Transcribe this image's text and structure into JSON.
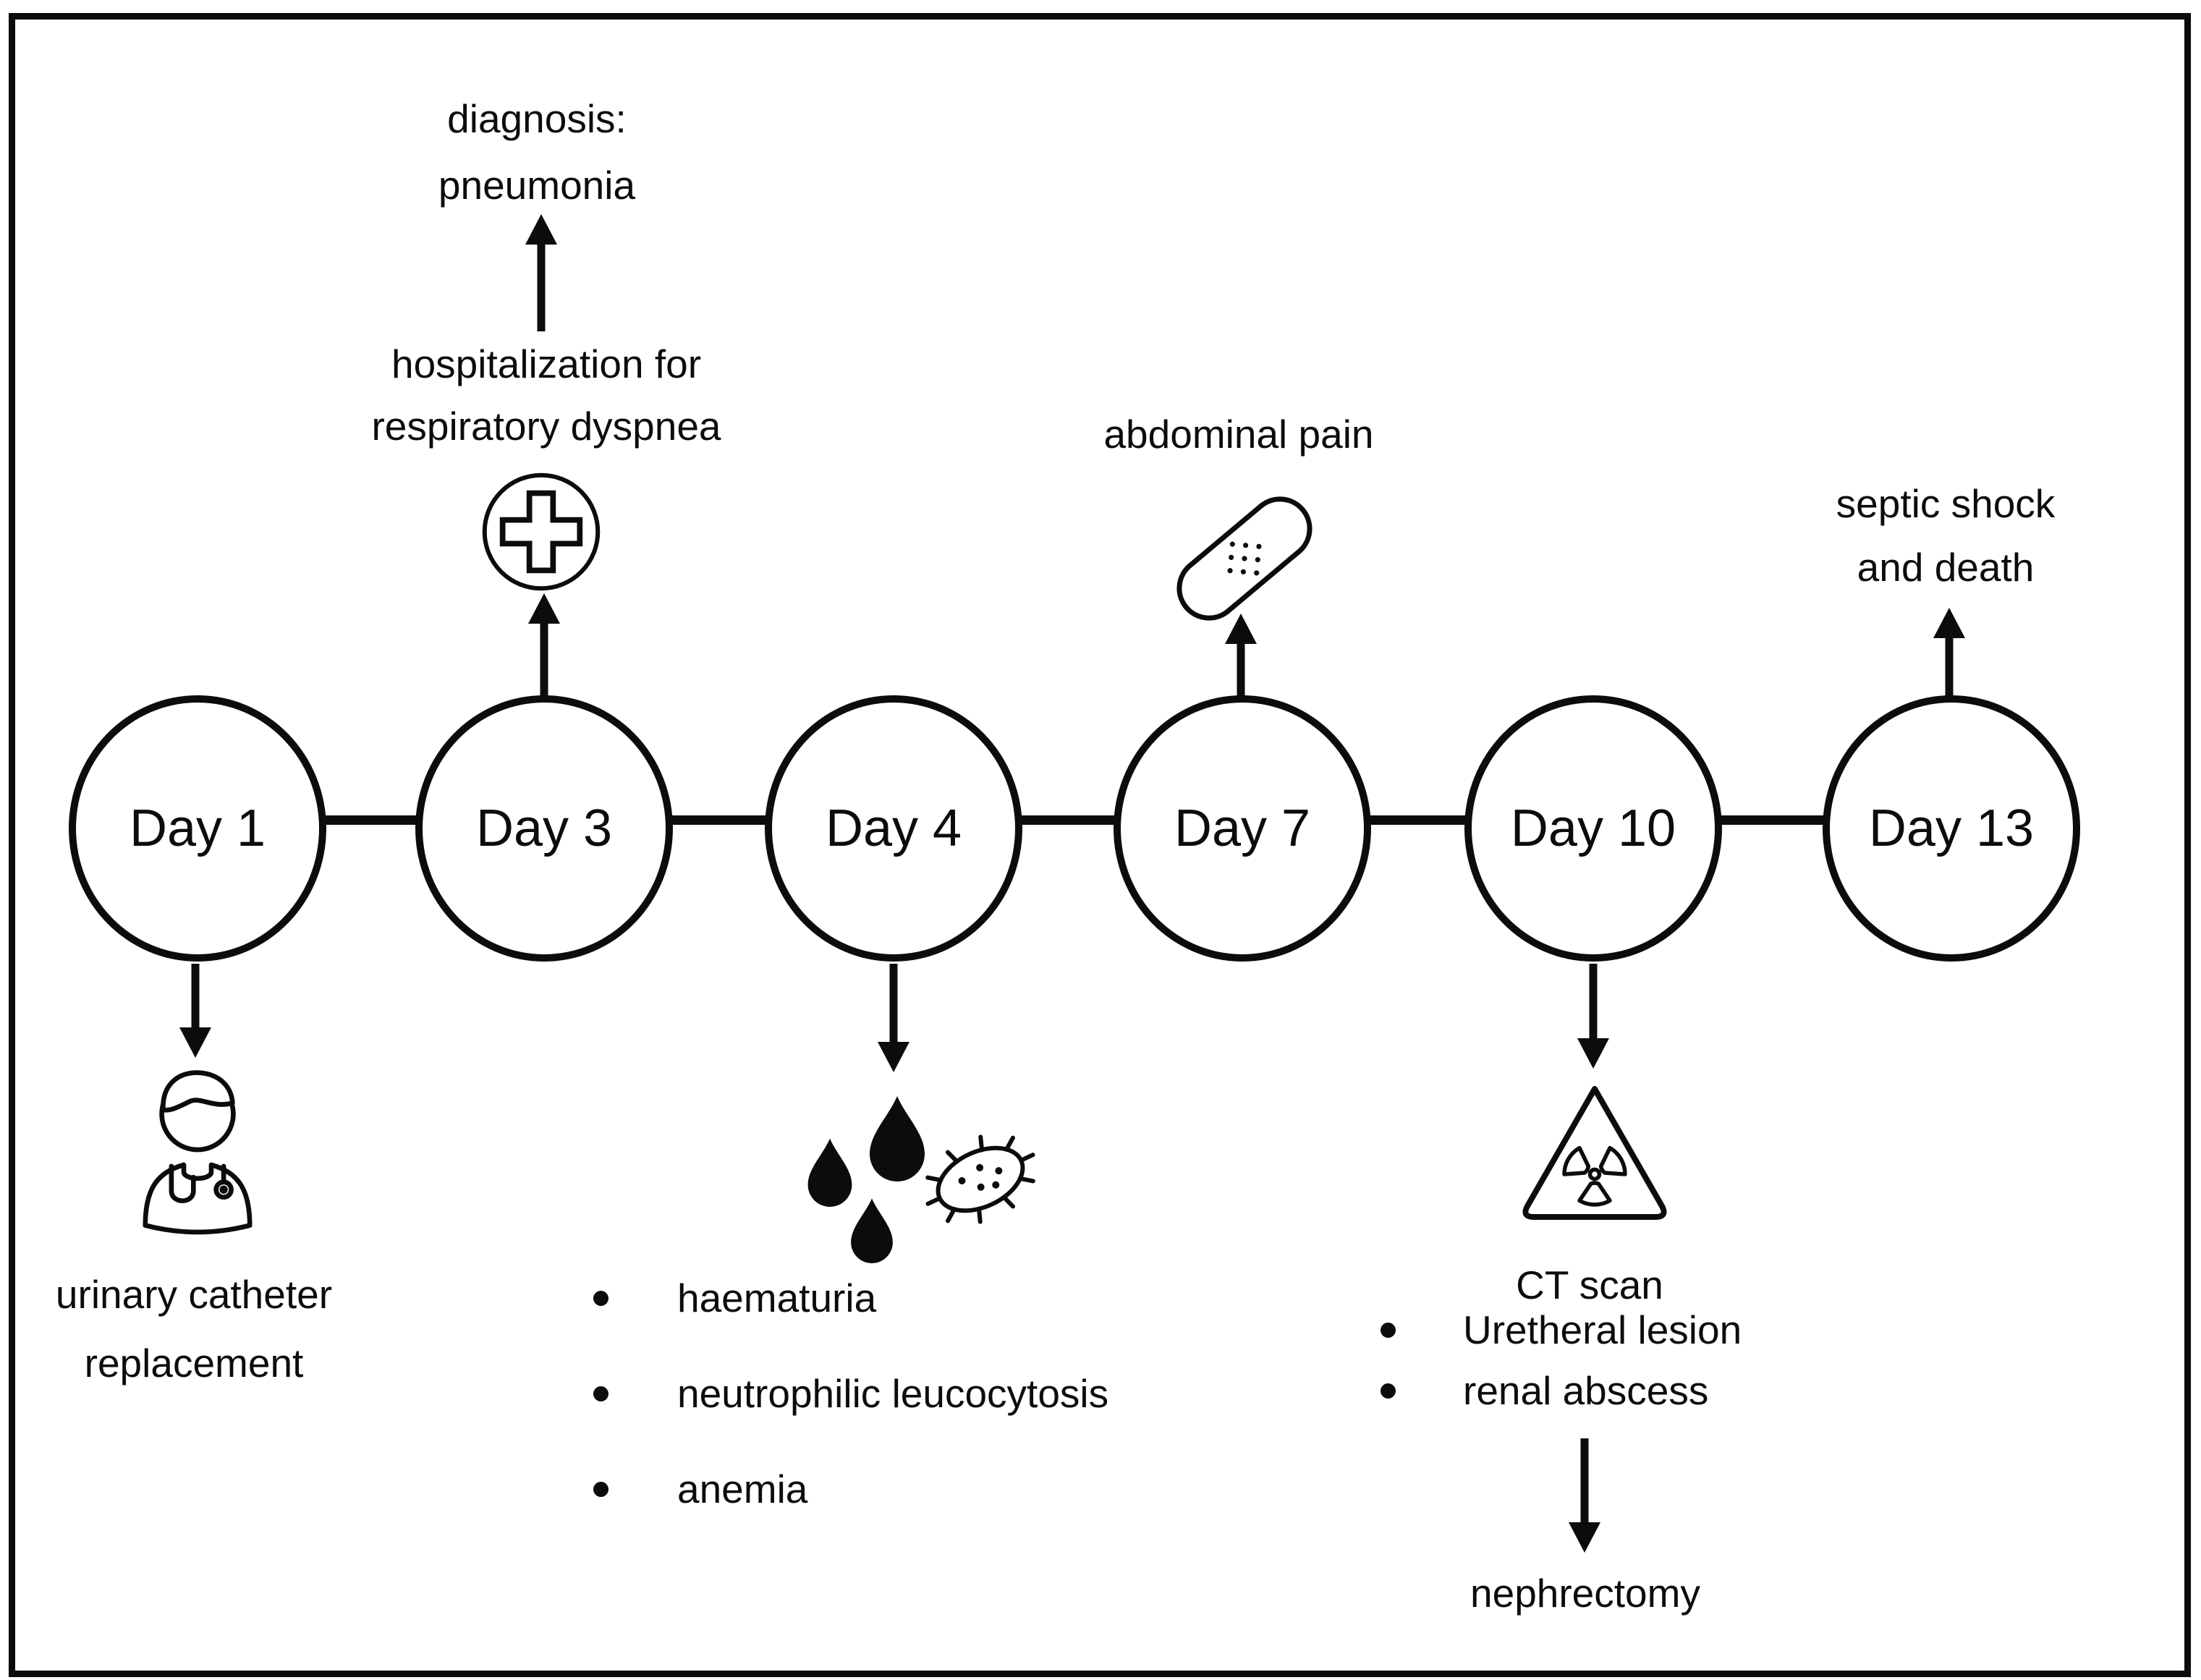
{
  "colors": {
    "ink": "#0c0c0c",
    "background": "#ffffff"
  },
  "timeline": {
    "nodes": [
      {
        "id": "day1",
        "label": "Day 1"
      },
      {
        "id": "day3",
        "label": "Day 3"
      },
      {
        "id": "day4",
        "label": "Day 4"
      },
      {
        "id": "day7",
        "label": "Day 7"
      },
      {
        "id": "day10",
        "label": "Day 10"
      },
      {
        "id": "day13",
        "label": "Day 13"
      }
    ]
  },
  "events": {
    "day1": {
      "icon": "doctor-icon",
      "lines": [
        "urinary catheter",
        "replacement"
      ]
    },
    "day3": {
      "icon": "medical-cross-icon",
      "cause_lines": [
        "hospitalization for",
        "respiratory dyspnea"
      ],
      "result_lines": [
        "diagnosis:",
        "pneumonia"
      ]
    },
    "day4": {
      "icons": [
        "blood-drops-icon",
        "bacteria-icon"
      ],
      "bullets": [
        "haematuria",
        "neutrophilic leucocytosis",
        "anemia"
      ]
    },
    "day7": {
      "icon": "bandage-icon",
      "label": "abdominal pain"
    },
    "day10": {
      "icon": "radiation-warning-icon",
      "heading": "CT scan",
      "bullets": [
        "Uretheral lesion",
        "renal abscess"
      ],
      "outcome": "nephrectomy"
    },
    "day13": {
      "lines": [
        "septic shock",
        "and death"
      ]
    }
  }
}
